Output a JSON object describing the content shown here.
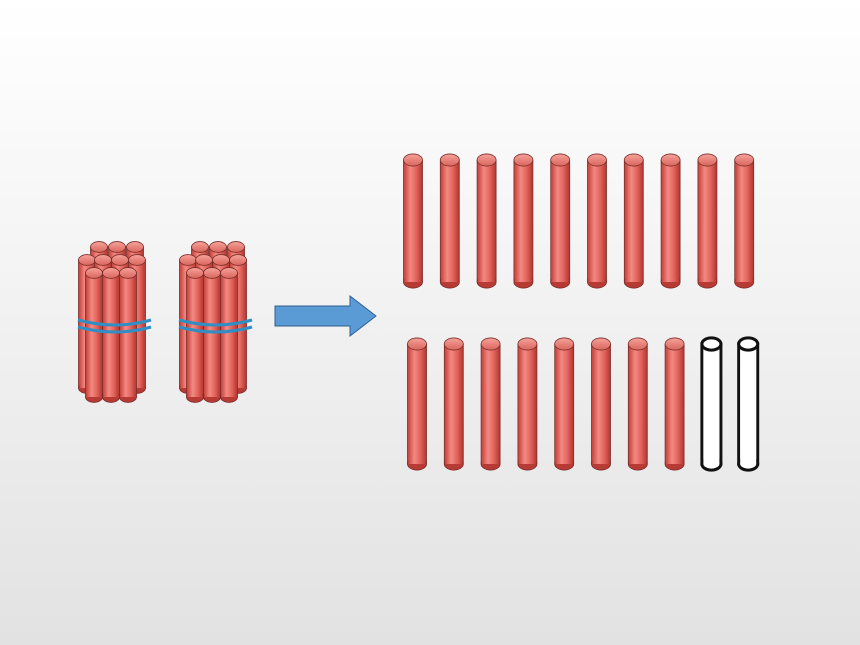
{
  "slide": {
    "background_top": "#ffffff",
    "background_bottom": "#e2e2e2"
  },
  "bundles": {
    "count": 2,
    "sticks_per_bundle": 10,
    "stick_color": "#e8675f",
    "band_color": "#2f8fc4"
  },
  "arrow": {
    "icon": "right-arrow-icon",
    "fill": "#5b9bd5",
    "stroke": "#2f5f8f"
  },
  "loose_sticks": {
    "rows": [
      {
        "filled": 10,
        "empty": 0
      },
      {
        "filled": 8,
        "empty": 2
      }
    ],
    "filled_color": "#e8675f",
    "empty_color": "#ffffff",
    "outline_color": "#111111"
  }
}
